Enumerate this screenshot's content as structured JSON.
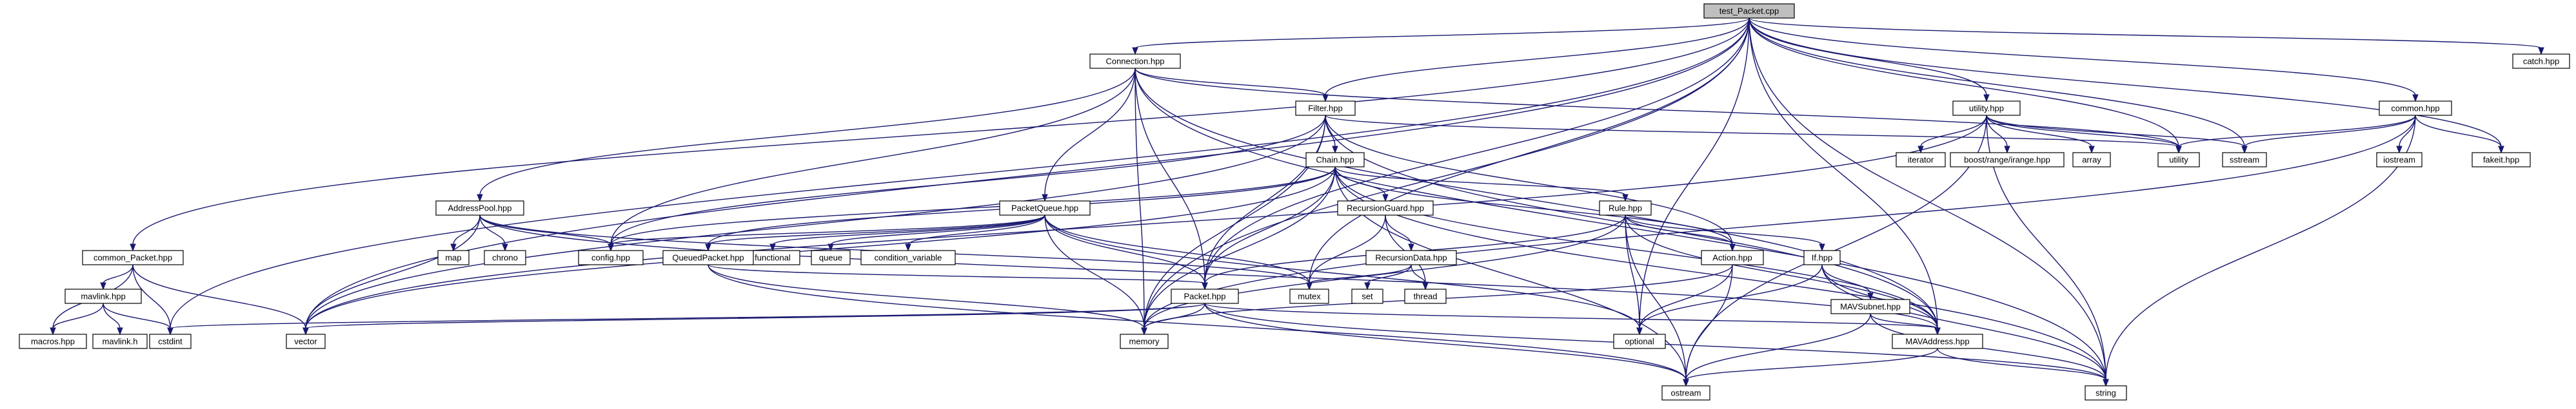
{
  "graph": {
    "root": "test_Packet.cpp",
    "nodes": [
      {
        "id": "test_packet",
        "label": "test_Packet.cpp",
        "kind": "root"
      },
      {
        "id": "connection",
        "label": "Connection.hpp",
        "kind": "file"
      },
      {
        "id": "catch",
        "label": "catch.hpp",
        "kind": "external"
      },
      {
        "id": "filter",
        "label": "Filter.hpp",
        "kind": "file"
      },
      {
        "id": "utility_hpp",
        "label": "utility.hpp",
        "kind": "file"
      },
      {
        "id": "common_hpp",
        "label": "common.hpp",
        "kind": "file"
      },
      {
        "id": "chain",
        "label": "Chain.hpp",
        "kind": "file"
      },
      {
        "id": "iterator",
        "label": "iterator",
        "kind": "external"
      },
      {
        "id": "boost_range",
        "label": "boost/range/irange.hpp",
        "kind": "external"
      },
      {
        "id": "array",
        "label": "array",
        "kind": "external"
      },
      {
        "id": "utility",
        "label": "utility",
        "kind": "external"
      },
      {
        "id": "sstream",
        "label": "sstream",
        "kind": "external"
      },
      {
        "id": "iostream",
        "label": "iostream",
        "kind": "external"
      },
      {
        "id": "fakeit",
        "label": "fakeit.hpp",
        "kind": "external"
      },
      {
        "id": "address_pool",
        "label": "AddressPool.hpp",
        "kind": "file"
      },
      {
        "id": "packet_queue",
        "label": "PacketQueue.hpp",
        "kind": "file"
      },
      {
        "id": "recursion_guard",
        "label": "RecursionGuard.hpp",
        "kind": "file"
      },
      {
        "id": "rule",
        "label": "Rule.hpp",
        "kind": "file"
      },
      {
        "id": "common_packet",
        "label": "common_Packet.hpp",
        "kind": "file"
      },
      {
        "id": "map",
        "label": "map",
        "kind": "external"
      },
      {
        "id": "chrono",
        "label": "chrono",
        "kind": "external"
      },
      {
        "id": "config",
        "label": "config.hpp",
        "kind": "external"
      },
      {
        "id": "functional",
        "label": "functional",
        "kind": "external"
      },
      {
        "id": "queue",
        "label": "queue",
        "kind": "external"
      },
      {
        "id": "condition_variable",
        "label": "condition_variable",
        "kind": "external"
      },
      {
        "id": "queued_packet",
        "label": "QueuedPacket.hpp",
        "kind": "file"
      },
      {
        "id": "recursion_data",
        "label": "RecursionData.hpp",
        "kind": "file"
      },
      {
        "id": "action",
        "label": "Action.hpp",
        "kind": "file"
      },
      {
        "id": "if_hpp",
        "label": "If.hpp",
        "kind": "file"
      },
      {
        "id": "mavlink",
        "label": "mavlink.hpp",
        "kind": "file"
      },
      {
        "id": "mutex",
        "label": "mutex",
        "kind": "external"
      },
      {
        "id": "set",
        "label": "set",
        "kind": "external"
      },
      {
        "id": "thread",
        "label": "thread",
        "kind": "external"
      },
      {
        "id": "packet",
        "label": "Packet.hpp",
        "kind": "file"
      },
      {
        "id": "mav_subnet",
        "label": "MAVSubnet.hpp",
        "kind": "file"
      },
      {
        "id": "macros",
        "label": "macros.hpp",
        "kind": "file"
      },
      {
        "id": "mavlink_h",
        "label": "mavlink.h",
        "kind": "external"
      },
      {
        "id": "cstdint",
        "label": "cstdint",
        "kind": "external"
      },
      {
        "id": "vector",
        "label": "vector",
        "kind": "external"
      },
      {
        "id": "memory",
        "label": "memory",
        "kind": "external"
      },
      {
        "id": "optional",
        "label": "optional",
        "kind": "external"
      },
      {
        "id": "mav_address",
        "label": "MAVAddress.hpp",
        "kind": "file"
      },
      {
        "id": "ostream",
        "label": "ostream",
        "kind": "external"
      },
      {
        "id": "string",
        "label": "string",
        "kind": "external"
      }
    ],
    "edges": [
      [
        "test_packet",
        "connection"
      ],
      [
        "test_packet",
        "catch"
      ],
      [
        "test_packet",
        "filter"
      ],
      [
        "test_packet",
        "utility_hpp"
      ],
      [
        "test_packet",
        "common_hpp"
      ],
      [
        "test_packet",
        "fakeit"
      ],
      [
        "test_packet",
        "utility"
      ],
      [
        "test_packet",
        "sstream"
      ],
      [
        "test_packet",
        "string"
      ],
      [
        "test_packet",
        "mav_address"
      ],
      [
        "test_packet",
        "optional"
      ],
      [
        "test_packet",
        "packet"
      ],
      [
        "test_packet",
        "memory"
      ],
      [
        "test_packet",
        "vector"
      ],
      [
        "test_packet",
        "cstdint"
      ],
      [
        "test_packet",
        "common_packet"
      ],
      [
        "test_packet",
        "mutex"
      ],
      [
        "connection",
        "filter"
      ],
      [
        "connection",
        "address_pool"
      ],
      [
        "connection",
        "packet_queue"
      ],
      [
        "connection",
        "config"
      ],
      [
        "connection",
        "utility"
      ],
      [
        "connection",
        "packet"
      ],
      [
        "connection",
        "memory"
      ],
      [
        "connection",
        "mav_address"
      ],
      [
        "connection",
        "string"
      ],
      [
        "filter",
        "chain"
      ],
      [
        "filter",
        "utility"
      ],
      [
        "filter",
        "action"
      ],
      [
        "filter",
        "packet"
      ],
      [
        "filter",
        "memory"
      ],
      [
        "filter",
        "mav_address"
      ],
      [
        "filter",
        "config"
      ],
      [
        "filter",
        "vector"
      ],
      [
        "utility_hpp",
        "iterator"
      ],
      [
        "utility_hpp",
        "boost_range"
      ],
      [
        "utility_hpp",
        "array"
      ],
      [
        "utility_hpp",
        "utility"
      ],
      [
        "utility_hpp",
        "sstream"
      ],
      [
        "utility_hpp",
        "string"
      ],
      [
        "utility_hpp",
        "vector"
      ],
      [
        "utility_hpp",
        "ostream"
      ],
      [
        "common_hpp",
        "iostream"
      ],
      [
        "common_hpp",
        "fakeit"
      ],
      [
        "common_hpp",
        "utility"
      ],
      [
        "common_hpp",
        "sstream"
      ],
      [
        "common_hpp",
        "string"
      ],
      [
        "common_hpp",
        "memory"
      ],
      [
        "chain",
        "recursion_guard"
      ],
      [
        "chain",
        "rule"
      ],
      [
        "chain",
        "action"
      ],
      [
        "chain",
        "packet"
      ],
      [
        "chain",
        "memory"
      ],
      [
        "chain",
        "mav_address"
      ],
      [
        "chain",
        "string"
      ],
      [
        "chain",
        "vector"
      ],
      [
        "chain",
        "config"
      ],
      [
        "chain",
        "queued_packet"
      ],
      [
        "chain",
        "ostream"
      ],
      [
        "address_pool",
        "map"
      ],
      [
        "address_pool",
        "chrono"
      ],
      [
        "address_pool",
        "config"
      ],
      [
        "address_pool",
        "mutex"
      ],
      [
        "address_pool",
        "vector"
      ],
      [
        "address_pool",
        "mav_address"
      ],
      [
        "packet_queue",
        "functional"
      ],
      [
        "packet_queue",
        "queue"
      ],
      [
        "packet_queue",
        "condition_variable"
      ],
      [
        "packet_queue",
        "queued_packet"
      ],
      [
        "packet_queue",
        "config"
      ],
      [
        "packet_queue",
        "mutex"
      ],
      [
        "packet_queue",
        "packet"
      ],
      [
        "packet_queue",
        "memory"
      ],
      [
        "packet_queue",
        "optional"
      ],
      [
        "recursion_guard",
        "recursion_data"
      ],
      [
        "recursion_guard",
        "mutex"
      ],
      [
        "recursion_guard",
        "thread"
      ],
      [
        "rule",
        "action"
      ],
      [
        "rule",
        "if_hpp"
      ],
      [
        "rule",
        "packet"
      ],
      [
        "rule",
        "memory"
      ],
      [
        "rule",
        "optional"
      ],
      [
        "rule",
        "ostream"
      ],
      [
        "rule",
        "mav_address"
      ],
      [
        "common_packet",
        "mavlink"
      ],
      [
        "common_packet",
        "macros"
      ],
      [
        "common_packet",
        "cstdint"
      ],
      [
        "common_packet",
        "vector"
      ],
      [
        "queued_packet",
        "packet"
      ],
      [
        "queued_packet",
        "memory"
      ],
      [
        "queued_packet",
        "ostream"
      ],
      [
        "recursion_data",
        "mutex"
      ],
      [
        "recursion_data",
        "set"
      ],
      [
        "recursion_data",
        "thread"
      ],
      [
        "action",
        "optional"
      ],
      [
        "action",
        "ostream"
      ],
      [
        "action",
        "memory"
      ],
      [
        "if_hpp",
        "mav_subnet"
      ],
      [
        "if_hpp",
        "mav_address"
      ],
      [
        "if_hpp",
        "optional"
      ],
      [
        "if_hpp",
        "string"
      ],
      [
        "mavlink",
        "macros"
      ],
      [
        "mavlink",
        "mavlink_h"
      ],
      [
        "mavlink",
        "cstdint"
      ],
      [
        "packet",
        "cstdint"
      ],
      [
        "packet",
        "vector"
      ],
      [
        "packet",
        "memory"
      ],
      [
        "packet",
        "mav_address"
      ],
      [
        "packet",
        "ostream"
      ],
      [
        "packet",
        "string"
      ],
      [
        "mav_subnet",
        "mav_address"
      ],
      [
        "mav_subnet",
        "ostream"
      ],
      [
        "mav_subnet",
        "string"
      ],
      [
        "mav_address",
        "ostream"
      ],
      [
        "mav_address",
        "string"
      ]
    ]
  },
  "colors": {
    "root_fill": "#bfbfbf",
    "file_fill": "#ffffff",
    "external_fill": "#ffffff",
    "file_stroke": "#000000",
    "external_stroke": "#bfbfbf",
    "edge": "#191970"
  }
}
